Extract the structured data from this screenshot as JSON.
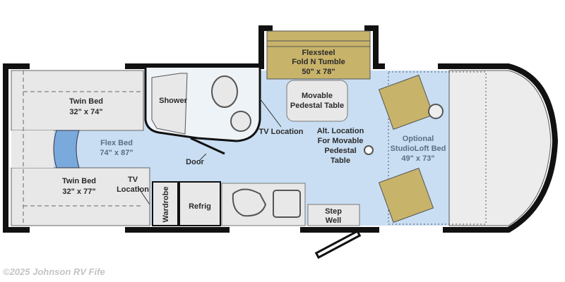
{
  "floorplan": {
    "colors": {
      "floor": "#c9def2",
      "furniture": "#e8e8e8",
      "upholstery": "#c8b36a",
      "wall": "#111111",
      "flexbed": "#7aa9dc"
    },
    "rooms": {
      "twin_bed_top": {
        "name": "Twin Bed",
        "size": "32\" x 74\""
      },
      "twin_bed_bottom": {
        "name": "Twin Bed",
        "size": "32\" x 77\""
      },
      "flex_bed": {
        "name": "Flex Bed",
        "size": "74\" x 87\""
      },
      "tv_location_rear": {
        "line1": "TV",
        "line2": "Location"
      },
      "shower": "Shower",
      "tv_location_bath": "TV Location",
      "door": "Door",
      "wardrobe": "Wardrobe",
      "refrig": "Refrig",
      "sofa": {
        "line1": "Flexsteel",
        "line2": "Fold N Tumble",
        "size": "50\" x 78\""
      },
      "table": {
        "line1": "Movable",
        "line2": "Pedestal Table"
      },
      "alt_table": {
        "line1": "Alt. Location",
        "line2": "For Movable",
        "line3": "Pedestal",
        "line4": "Table"
      },
      "step_well": {
        "line1": "Step",
        "line2": "Well"
      },
      "loft_bed": {
        "line1": "Optional",
        "line2": "StudioLoft Bed",
        "size": "49\" x 73\""
      }
    }
  },
  "footer": {
    "copyright": "©2025 Johnson RV Fife"
  }
}
